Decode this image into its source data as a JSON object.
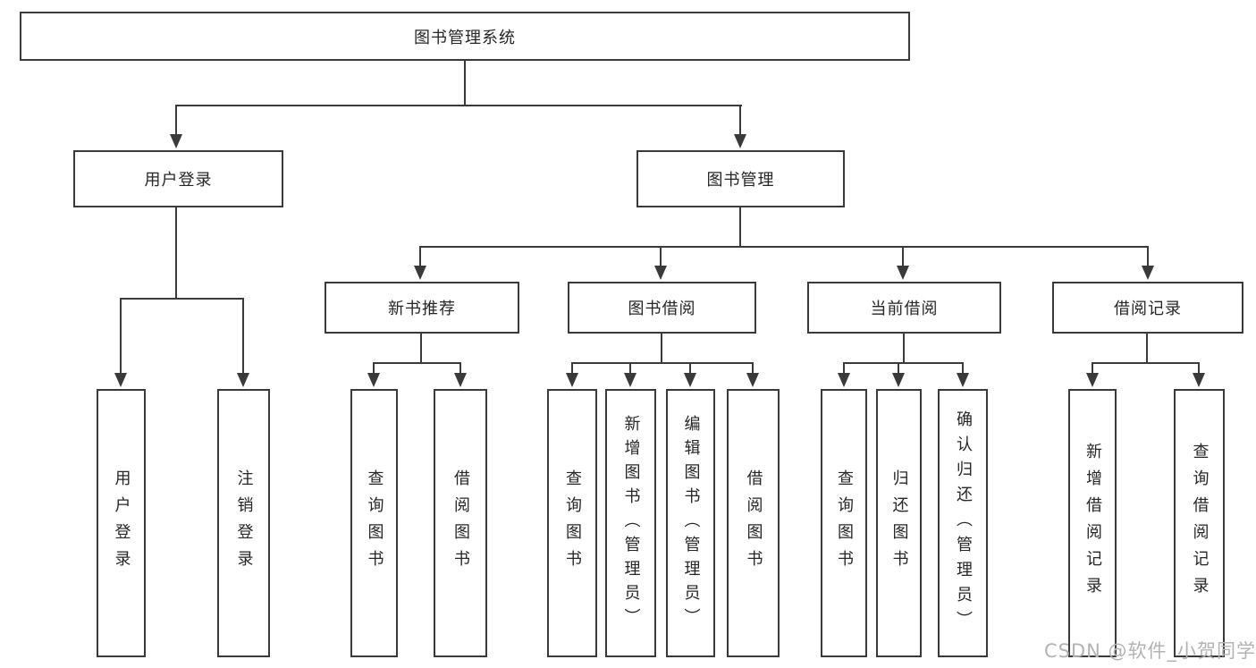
{
  "diagram": {
    "root": "图书管理系统",
    "level2": {
      "user_login": "用户登录",
      "book_management": "图书管理"
    },
    "level3": {
      "new_book_recommend": "新书推荐",
      "book_borrow": "图书借阅",
      "current_borrow": "当前借阅",
      "borrow_records": "借阅记录"
    },
    "leaves": {
      "user_login": [
        "用户登录",
        "注销登录"
      ],
      "new_book_recommend": [
        "查询图书",
        "借阅图书"
      ],
      "book_borrow": [
        "查询图书",
        "新增图书（管理员）",
        "编辑图书（管理员）",
        "借阅图书"
      ],
      "current_borrow": [
        "查询图书",
        "归还图书",
        "确认归还（管理员）"
      ],
      "borrow_records": [
        "新增借阅记录",
        "查询借阅记录"
      ]
    }
  },
  "watermark": "CSDN @软件_小贺同学",
  "colors": {
    "line": "#3a3a3a",
    "text": "#262626",
    "background": "#ffffff",
    "watermark": "#b3b3b3"
  }
}
